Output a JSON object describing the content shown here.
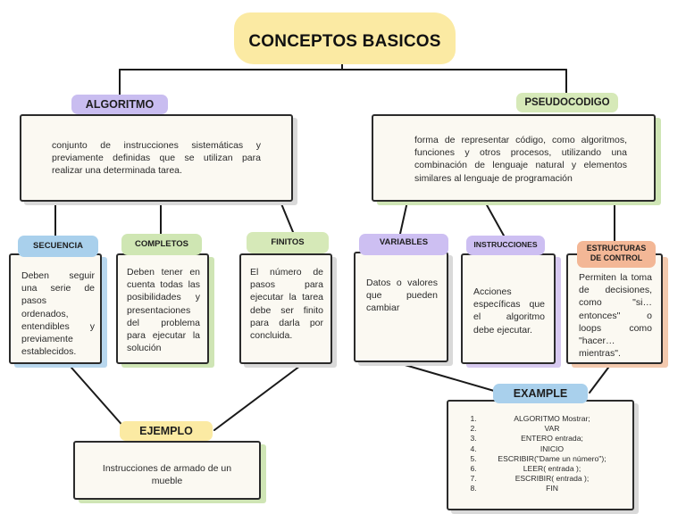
{
  "title": "CONCEPTOS BASICOS",
  "algoritmo": {
    "label": "ALGORITMO",
    "definition": "conjunto de instrucciones sistemáticas y previamente definidas que se utilizan para realizar una determinada tarea."
  },
  "pseudocodigo": {
    "label": "PSEUDOCODIGO",
    "definition": "forma de representar código, como algoritmos, funciones y otros procesos, utilizando una combinación de lenguaje natural y elementos similares al lenguaje de programación"
  },
  "secuencia": {
    "label": "SECUENCIA",
    "text": "Deben seguir una serie de pasos ordenados, entendibles y previamente establecidos."
  },
  "completos": {
    "label": "COMPLETOS",
    "text": "Deben tener en cuenta todas las posibilidades y presentaciones del problema para ejecutar la solución"
  },
  "finitos": {
    "label": "FINITOS",
    "text": "El número de pasos para ejecutar la tarea debe ser finito para darla por concluida."
  },
  "variables": {
    "label": "VARIABLES",
    "text": "Datos o valores que pueden cambiar"
  },
  "instrucciones": {
    "label": "INSTRUCCIONES",
    "text": "Acciones específicas que el algoritmo debe ejecutar."
  },
  "estructuras": {
    "label_line1": "ESTRUCTURAS",
    "label_line2": "DE CONTROL",
    "text": "Permiten la toma de decisiones, como \"si… entonces\" o loops como \"hacer… mientras\"."
  },
  "ejemplo": {
    "label": "EJEMPLO",
    "text": "Instrucciones de armado de un mueble"
  },
  "example": {
    "label": "EXAMPLE",
    "lines": [
      "ALGORITMO Mostrar;",
      "VAR",
      "ENTERO entrada;",
      "INICIO",
      "ESCRIBIR(\"Dame un número\");",
      "LEER( entrada );",
      "ESCRIBIR( entrada );",
      "FIN"
    ]
  }
}
